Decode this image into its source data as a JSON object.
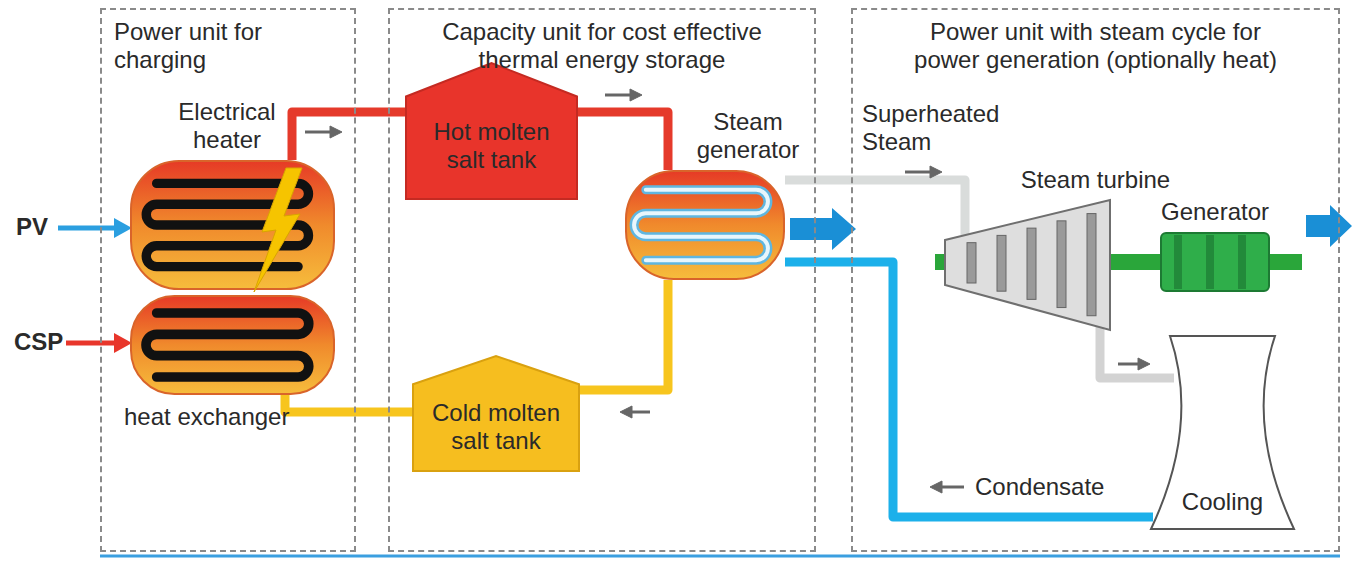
{
  "diagram": {
    "nodes": [
      {
        "text": [
          "Power unit for charging"
        ]
      },
      {
        "text": [
          "Capacity unit for cost effective thermal energy storage"
        ]
      },
      {
        "text": [
          "Power unit with steam cycle for power generation (optionally heat)"
        ]
      },
      {
        "text": [
          "Electrical heater"
        ],
        "in": 0
      },
      {
        "text": [
          "heat exchanger"
        ],
        "in": 0
      },
      {
        "text": [
          "Hot molten salt tank"
        ],
        "in": 1
      },
      {
        "text": [
          "Steam generator"
        ],
        "in": 1
      },
      {
        "text": [
          "Cold molten salt tank"
        ],
        "in": 1
      },
      {
        "text": [
          "Steam turbine"
        ],
        "in": 2
      },
      {
        "text": [
          "Generator"
        ],
        "in": 2
      },
      {
        "text": [
          "Cooling"
        ],
        "in": 2
      }
    ],
    "edges": [
      {
        "from": 3,
        "to": 5,
        "arrow": "none"
      },
      {
        "from": 5,
        "to": 6,
        "arrow": "none"
      },
      {
        "from": 6,
        "to": 7,
        "arrow": "none"
      },
      {
        "from": 7,
        "to": 4,
        "arrow": "none"
      },
      {
        "from": 6,
        "to": 8,
        "arrow": "none"
      },
      {
        "from": 8,
        "to": 9,
        "arrow": "none"
      },
      {
        "from": 8,
        "to": 10,
        "arrow": "none"
      },
      {
        "from": 10,
        "to": 6,
        "arrow": "none"
      }
    ],
    "labels": [
      "PV",
      "CSP",
      "Superheated Steam",
      "Condensate"
    ]
  }
}
